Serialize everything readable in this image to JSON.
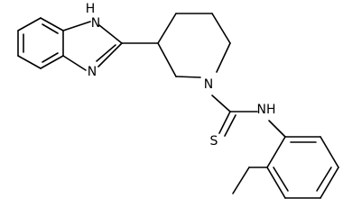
{
  "molecule": {
    "atoms": {
      "nh_imidazole": "H\nN",
      "n_imidazole": "N",
      "n_piperidine": "N",
      "s_thio": "S",
      "nh_amide": "NH"
    },
    "colors": {
      "bond": "#000000",
      "text": "#000000",
      "background": "#ffffff"
    }
  }
}
